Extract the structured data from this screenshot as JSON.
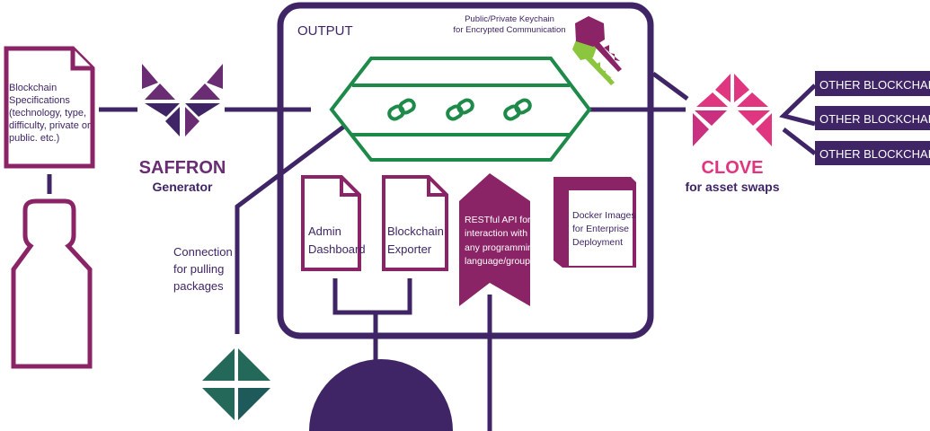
{
  "colors": {
    "dark_purple": "#3f2566",
    "magenta": "#8b2466",
    "green": "#1e8a4a",
    "teal": "#24685a",
    "pink": "#e0357f",
    "lime": "#8cc63f"
  },
  "spec_doc": {
    "lines": [
      "Blockchain",
      "Specifications",
      "(technology, type,",
      "difficulty, private or",
      "public. etc.)"
    ]
  },
  "saffron": {
    "title": "SAFFRON",
    "subtitle": "Generator"
  },
  "output": {
    "label": "OUTPUT"
  },
  "keychain": {
    "lines": [
      "Public/Private Keychain",
      "for Encrypted Communication"
    ]
  },
  "connection": {
    "lines": [
      "Connection",
      "for pulling",
      "packages"
    ]
  },
  "admin_dashboard": {
    "lines": [
      "Admin",
      "Dashboard"
    ]
  },
  "blockchain_exporter": {
    "lines": [
      "Blockchain",
      "Exporter"
    ]
  },
  "restful_api": {
    "lines": [
      "RESTful API for",
      "interaction with",
      "any programming",
      "language/group"
    ]
  },
  "docker": {
    "lines": [
      "Docker Images",
      "for Enterprise",
      "Deployment"
    ]
  },
  "clove": {
    "title": "CLOVE",
    "subtitle": "for asset swaps"
  },
  "other_blockchains": [
    "OTHER BLOCKCHAIN",
    "OTHER BLOCKCHAIN",
    "OTHER BLOCKCHAIN"
  ]
}
